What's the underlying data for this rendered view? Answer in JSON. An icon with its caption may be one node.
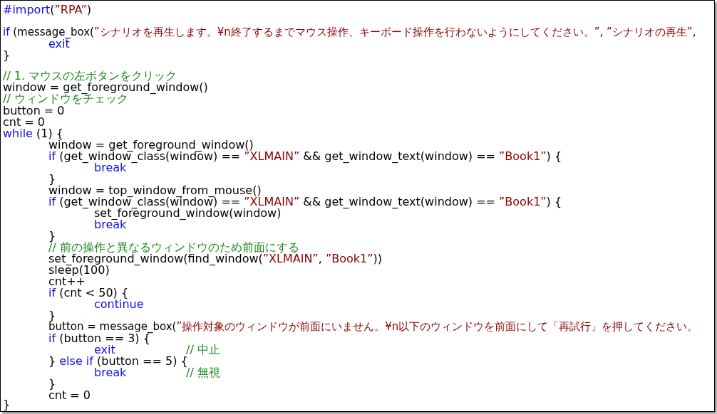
{
  "diagram": {
    "labels": [
      "#import(”RPA”)",
      "if (message_box(”シナリオを再生します。¥n終了するまでマウス操作、キーボード操作を行わないようにしてください。”, ”シナリオの再生”,",
      "exit",
      "}",
      "// 1. マウスの左ボタンをクリック",
      "window = get_foreground_window()",
      "// ウィンドウをチェック",
      "button = 0",
      "cnt = 0",
      "while (1) {",
      "window = get_foreground_window()",
      "if (get_window_class(window) == ”XLMAIN” && get_window_text(window) == ”Book1”) {",
      "break",
      "}",
      "window = top_window_from_mouse()",
      "if (get_window_class(window) == ”XLMAIN” && get_window_text(window) == ”Book1”) {",
      "set_foreground_window(window)",
      "break",
      "}",
      "// 前の操作と異なるウィンドウのため前面にする",
      "set_foreground_window(find_window(”XLMAIN”, ”Book1”))",
      "sleep(100)",
      "cnt++",
      "if (cnt < 50) {",
      "continue",
      "}",
      "button = message_box(”操作対象のウィンドウが前面にいません。¥n以下のウィンドウを前面にして「再試行」を押してください。",
      "if (button == 3) {",
      "exit // 中止",
      "} else if (button == 5) {",
      "break // 無視",
      "}",
      "cnt = 0",
      "}"
    ]
  }
}
